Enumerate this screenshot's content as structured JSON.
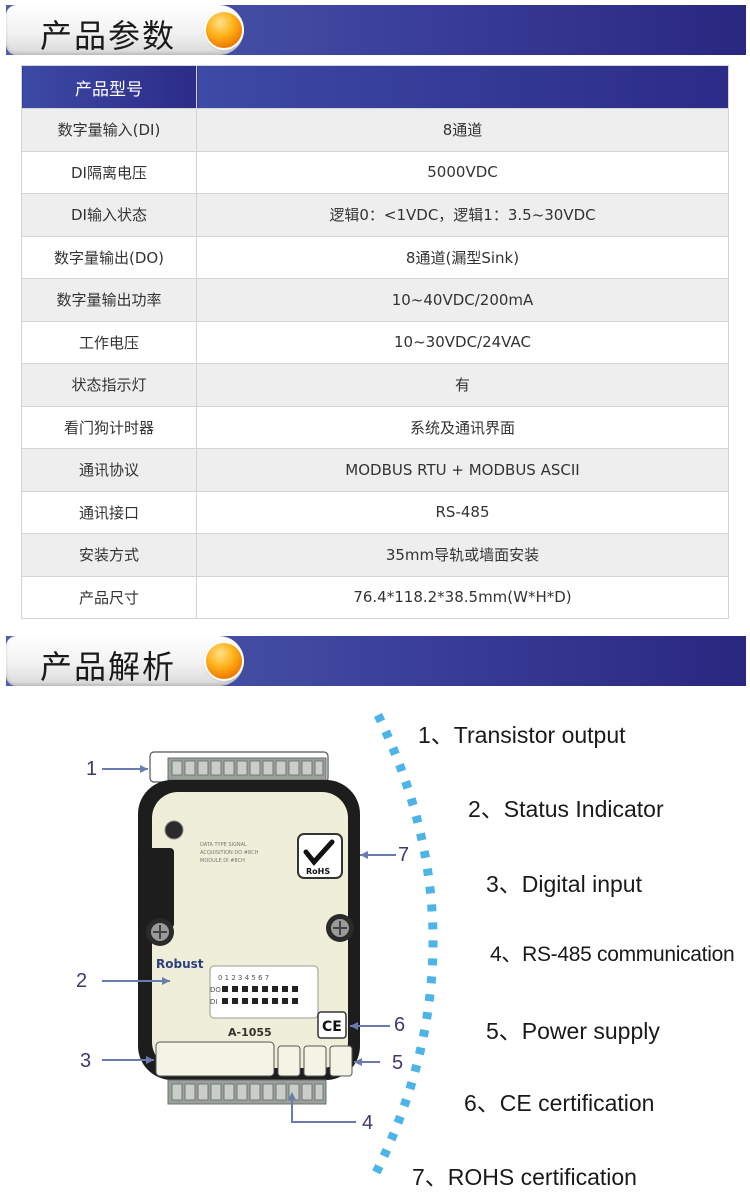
{
  "sections": {
    "params_title": "产品参数",
    "analysis_title": "产品解析"
  },
  "spec_table": {
    "header": [
      "产品型号",
      ""
    ],
    "rows": [
      [
        "数字量输入(DI)",
        "8通道"
      ],
      [
        "DI隔离电压",
        "5000VDC"
      ],
      [
        "DI输入状态",
        "逻辑0：<1VDC，逻辑1：3.5~30VDC"
      ],
      [
        "数字量输出(DO)",
        "8通道(漏型Sink)"
      ],
      [
        "数字量输出功率",
        "10~40VDC/200mA"
      ],
      [
        "工作电压",
        "10~30VDC/24VAC"
      ],
      [
        "状态指示灯",
        "有"
      ],
      [
        "看门狗计时器",
        "系统及通讯界面"
      ],
      [
        "通讯协议",
        "MODBUS RTU + MODBUS ASCII"
      ],
      [
        "通讯接口",
        "RS-485"
      ],
      [
        "安装方式",
        "35mm导轨或墙面安装"
      ],
      [
        "产品尺寸",
        "76.4*118.2*38.5mm(W*H*D)"
      ]
    ]
  },
  "features": [
    "1、Transistor output",
    "2、Status Indicator",
    "3、Digital input",
    "4、RS-485 communication",
    "5、Power supply",
    "6、CE certification",
    "7、ROHS certification"
  ],
  "callouts": [
    "1",
    "2",
    "3",
    "4",
    "5",
    "6",
    "7"
  ],
  "device": {
    "brand": "Robust",
    "model": "A-1055",
    "rohs": "RoHS",
    "ce": "CE",
    "led_do": "DO",
    "led_di": "DI",
    "led_numbers": "0 1 2 3 4 5 6 7"
  },
  "colors": {
    "banner": "#2c2b88",
    "orb": "#f7a21b",
    "dots": "#4db4e8"
  }
}
